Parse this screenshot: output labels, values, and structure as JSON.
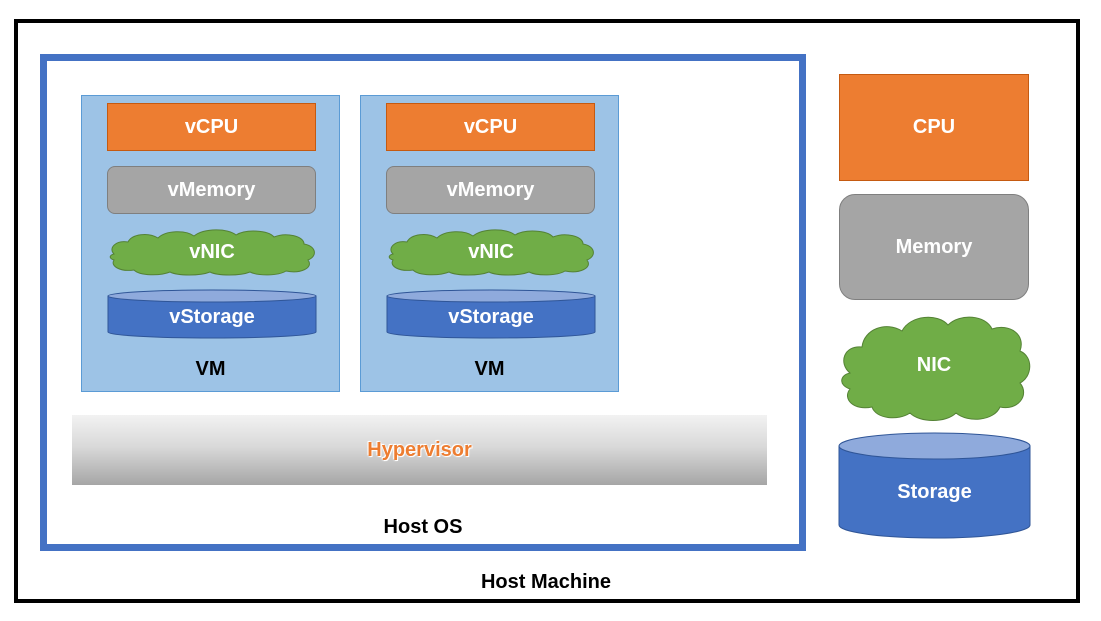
{
  "host_machine": {
    "label": "Host Machine"
  },
  "host_os": {
    "label": "Host OS"
  },
  "hypervisor": {
    "label": "Hypervisor"
  },
  "vms": [
    {
      "label": "VM",
      "vcpu": "vCPU",
      "vmemory": "vMemory",
      "vnic": "vNIC",
      "vstorage": "vStorage"
    },
    {
      "label": "VM",
      "vcpu": "vCPU",
      "vmemory": "vMemory",
      "vnic": "vNIC",
      "vstorage": "vStorage"
    }
  ],
  "hardware": {
    "cpu": "CPU",
    "memory": "Memory",
    "nic": "NIC",
    "storage": "Storage"
  },
  "colors": {
    "cpu": "#ed7d31",
    "memory": "#a5a5a5",
    "network": "#70ad47",
    "storage": "#4472c4",
    "vm_background": "#9dc3e6",
    "host_os_border": "#4472c4",
    "host_machine_border": "#000000"
  }
}
